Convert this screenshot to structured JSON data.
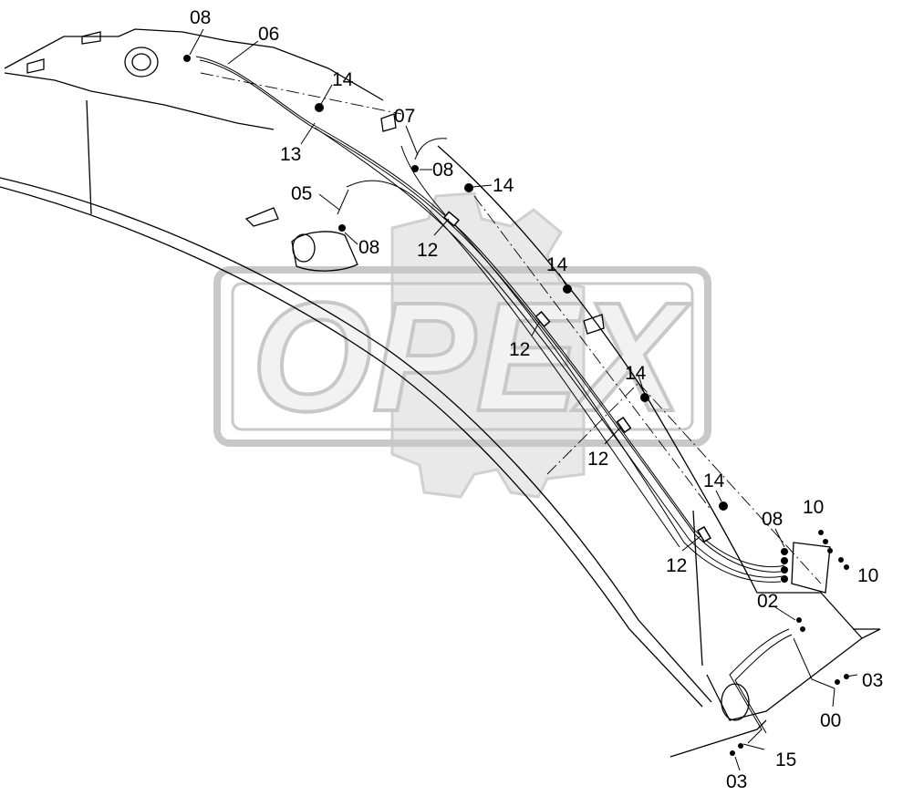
{
  "diagram": {
    "watermark": {
      "text": "OPEX",
      "color": "#d0d0d0"
    },
    "line_color": "#000000",
    "callouts": [
      {
        "id": "c-08-top",
        "text": "08"
      },
      {
        "id": "c-06",
        "text": "06"
      },
      {
        "id": "c-14-a",
        "text": "14"
      },
      {
        "id": "c-13",
        "text": "13"
      },
      {
        "id": "c-07",
        "text": "07"
      },
      {
        "id": "c-08-mid",
        "text": "08"
      },
      {
        "id": "c-14-b",
        "text": "14"
      },
      {
        "id": "c-05",
        "text": "05"
      },
      {
        "id": "c-08-low",
        "text": "08"
      },
      {
        "id": "c-12-a",
        "text": "12"
      },
      {
        "id": "c-14-c",
        "text": "14"
      },
      {
        "id": "c-12-b",
        "text": "12"
      },
      {
        "id": "c-14-d",
        "text": "14"
      },
      {
        "id": "c-12-c",
        "text": "12"
      },
      {
        "id": "c-14-e",
        "text": "14"
      },
      {
        "id": "c-12-d",
        "text": "12"
      },
      {
        "id": "c-08-right",
        "text": "08"
      },
      {
        "id": "c-10-a",
        "text": "10"
      },
      {
        "id": "c-10-b",
        "text": "10"
      },
      {
        "id": "c-02",
        "text": "02"
      },
      {
        "id": "c-03-a",
        "text": "03"
      },
      {
        "id": "c-00",
        "text": "00"
      },
      {
        "id": "c-15",
        "text": "15"
      },
      {
        "id": "c-03-b",
        "text": "03"
      }
    ]
  }
}
